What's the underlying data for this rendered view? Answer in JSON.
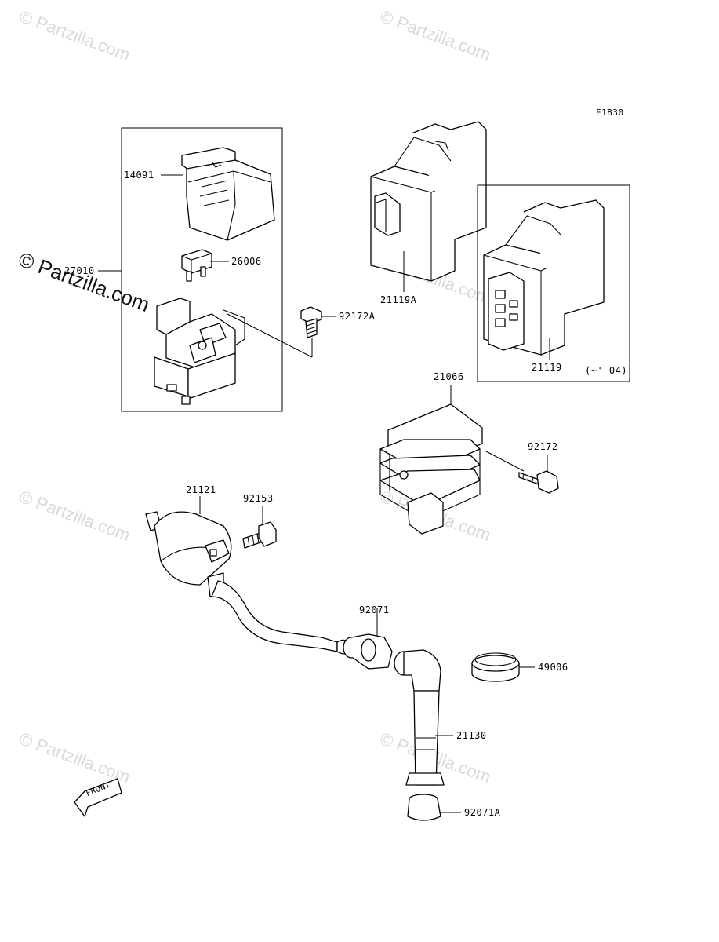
{
  "watermark": {
    "text": "© Partzilla.com",
    "prominent_text": "© Partzilla.com"
  },
  "diagram_code": "E1830",
  "parts": {
    "p14091": "14091",
    "p27010": "27010",
    "p26006": "26006",
    "p92172A": "92172A",
    "p21119A": "21119A",
    "p21119": "21119",
    "p21119_note": "(~' 04)",
    "p21066": "21066",
    "p92172": "92172",
    "p21121": "21121",
    "p92153": "92153",
    "p92071": "92071",
    "p49006": "49006",
    "p21130": "21130",
    "p92071A": "92071A"
  },
  "front_label": "FRONT"
}
